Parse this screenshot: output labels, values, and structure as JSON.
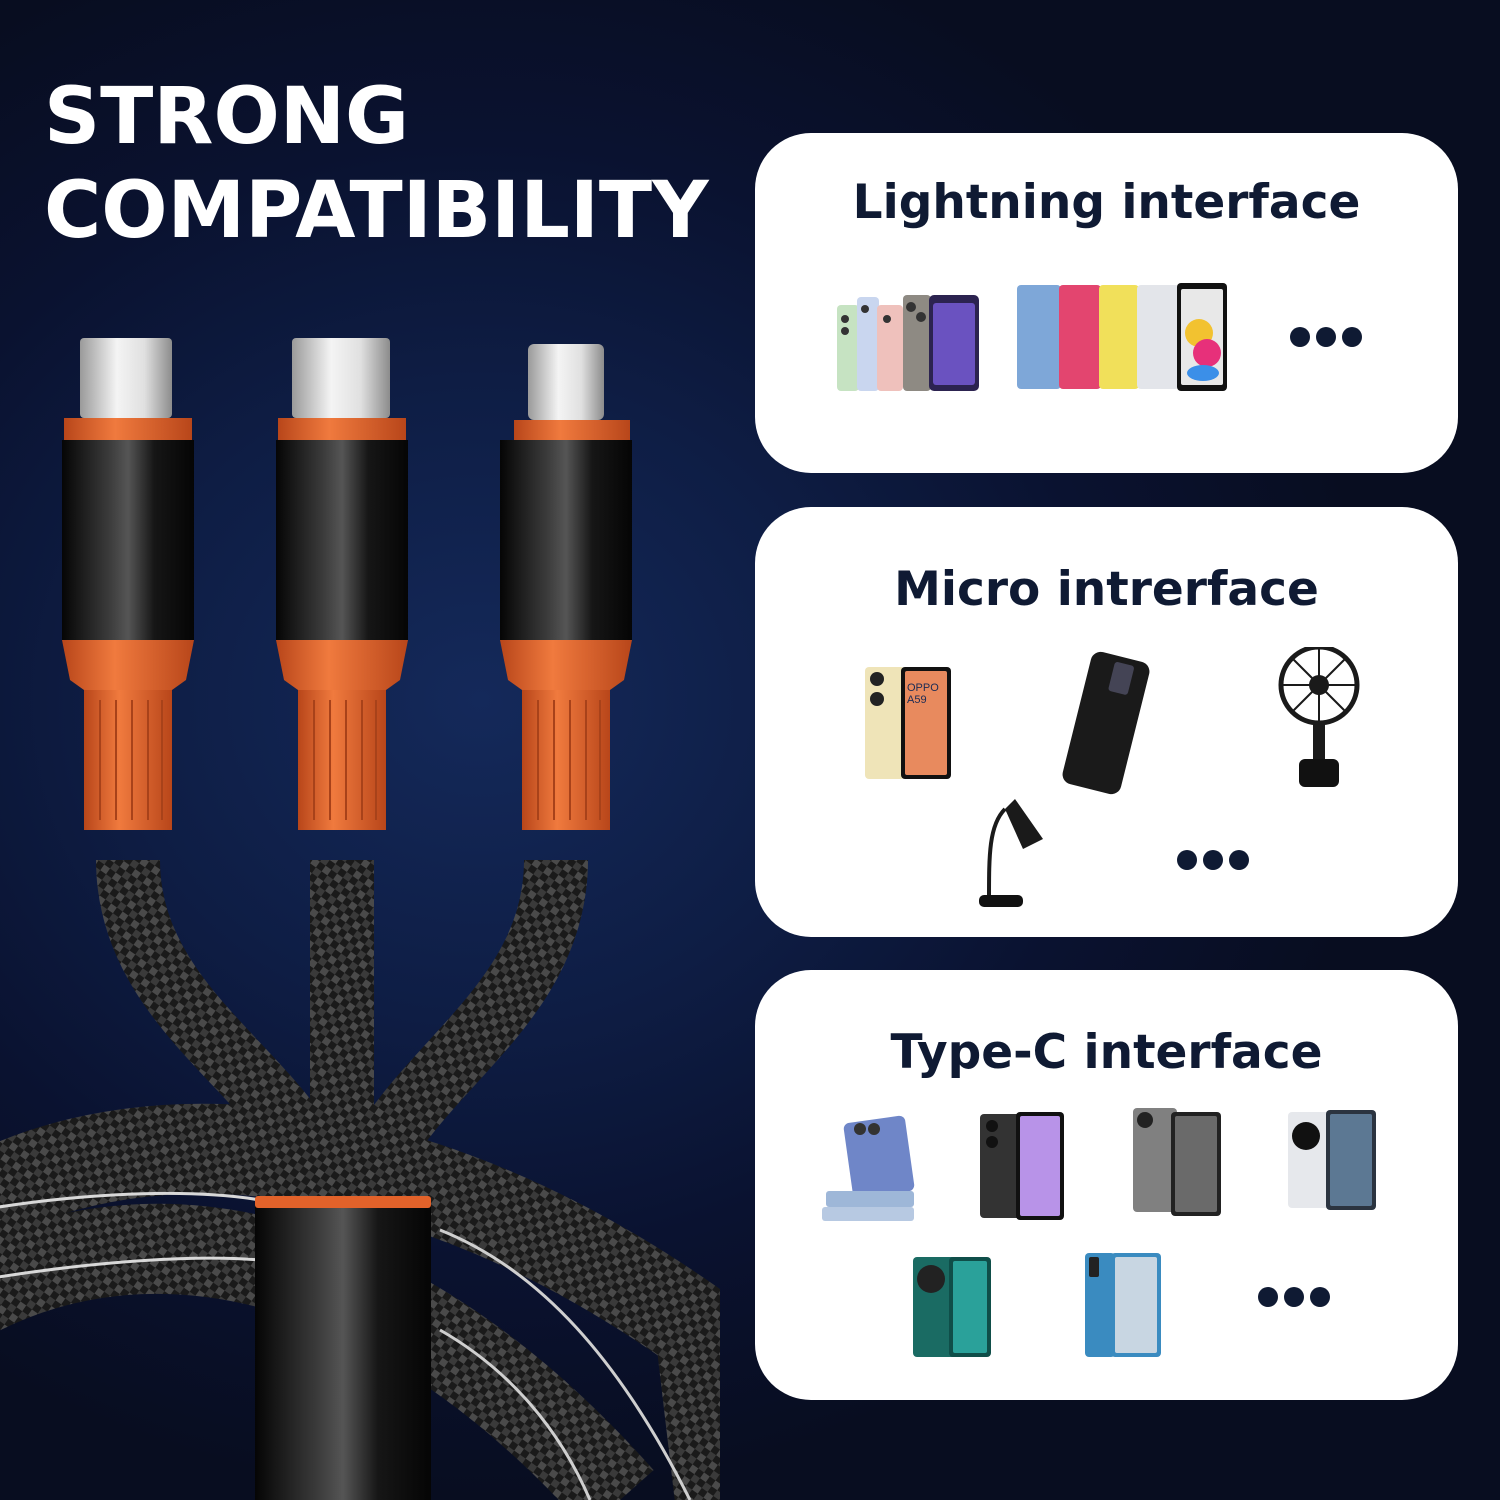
{
  "headline": {
    "line1": "STRONG",
    "line2": "COMPATIBILITY"
  },
  "colors": {
    "background": "#0a1230",
    "card": "#ffffff",
    "title_text": "#0f1a33",
    "cable_accent": "#e2622a",
    "cable_body": "#111111"
  },
  "cable": {
    "connectors": [
      {
        "type": "Type-C"
      },
      {
        "type": "Type-C"
      },
      {
        "type": "Lightning"
      }
    ]
  },
  "cards": [
    {
      "title": "Lightning interface",
      "devices": [
        "iPhone lineup (green, blue, pink, titanium, display)",
        "iPad lineup (blue, pink, yellow, silver, display)"
      ],
      "more": "..."
    },
    {
      "title": "Micro intrerface",
      "devices": [
        "OPPO A59 phone",
        "Power bank",
        "Handheld mini fan",
        "Desk lamp"
      ],
      "phone_label": "OPPO A59",
      "more": "..."
    },
    {
      "title": "Type-C interface",
      "devices": [
        "Flip foldable phone",
        "Purple-screen phone",
        "Grey phone",
        "White phone",
        "Teal phone",
        "Blue Xiaomi phone"
      ],
      "more": "..."
    }
  ]
}
